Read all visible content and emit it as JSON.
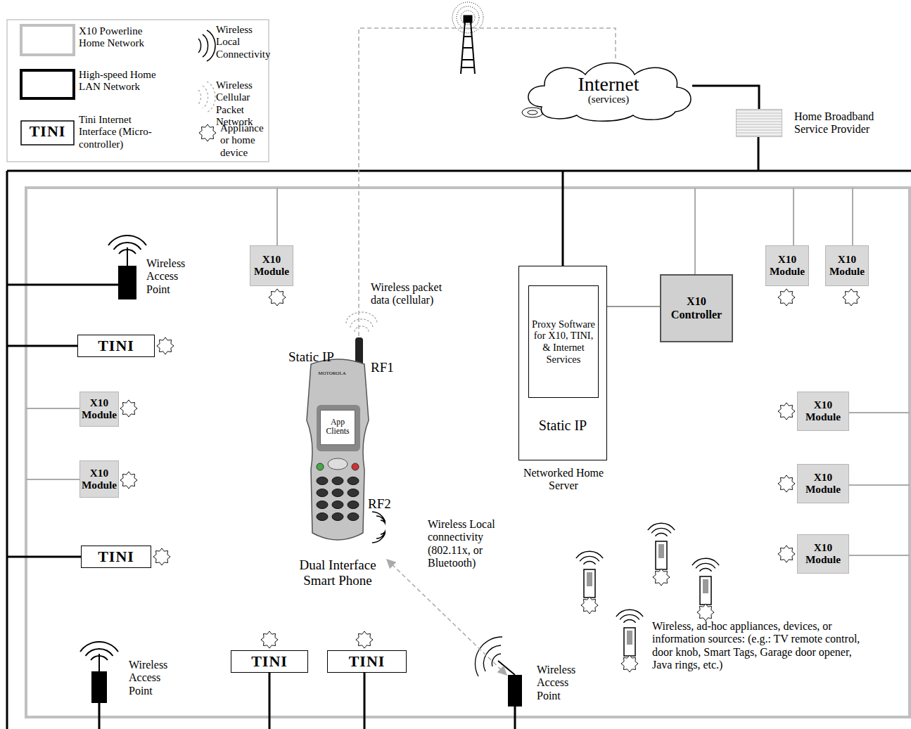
{
  "diagram": {
    "nodes": [
      {
        "text": [
          "Internet",
          "(services)"
        ]
      },
      {
        "text": [
          "Home Broadband Service Provider"
        ]
      },
      {
        "text": [
          "X10 Module"
        ]
      },
      {
        "text": [
          "X10 Module"
        ]
      },
      {
        "text": [
          "X10 Module"
        ]
      },
      {
        "text": [
          "Static IP",
          "Networked Home Server"
        ]
      },
      {
        "text": [
          "Proxy Software for X10, TINI, & Internet Services"
        ],
        "in": 5
      },
      {
        "text": [
          "X10 Controller"
        ]
      },
      {
        "text": [
          "Wireless Access Point"
        ]
      },
      {
        "text": [
          "TINI"
        ]
      },
      {
        "text": [
          "Dual Interface Smart Phone"
        ]
      },
      {
        "text": [
          "App Clients"
        ],
        "in": 10
      },
      {
        "text": [
          "X10 Module"
        ]
      },
      {
        "text": [
          "X10 Module"
        ]
      },
      {
        "text": [
          "X10 Module"
        ]
      },
      {
        "text": [
          "X10 Module"
        ]
      },
      {
        "text": [
          "TINI"
        ]
      },
      {
        "text": [
          "X10 Module"
        ]
      },
      {
        "text": [
          "Wireless Access Point"
        ]
      },
      {
        "text": [
          "TINI"
        ]
      },
      {
        "text": [
          "TINI"
        ]
      },
      {
        "text": [
          "Wireless Access Point"
        ]
      }
    ],
    "edges": [
      {
        "from": 0,
        "to": 1,
        "arrow": "none"
      },
      {
        "from": 6,
        "to": 7,
        "arrow": "none"
      },
      {
        "from": 10,
        "to": 21,
        "arrow": "both"
      },
      {
        "from": 10,
        "to": 0,
        "arrow": "none"
      }
    ],
    "labels": [
      "Static IP",
      "RF1",
      "RF2",
      "Wireless packet data (cellular)",
      "Wireless Local connectivity (802.11x, or Bluetooth)",
      "Wireless, ad-hoc appliances, devices, or information sources: (e.g.: TV remote control, door knob, Smart Tags, Garage door opener, Java rings, etc.)",
      "TINI",
      "MOTOROLA"
    ],
    "legend": [
      {
        "text": "X10 Powerline Home Network"
      },
      {
        "text": "High-speed Home LAN Network"
      },
      {
        "text": "Tini Internet Interface (Micro-controller)"
      },
      {
        "text": "Wireless Local Connectivity"
      },
      {
        "text": "Wireless Cellular Packet Network"
      },
      {
        "text": "Appliance or home device"
      }
    ]
  }
}
